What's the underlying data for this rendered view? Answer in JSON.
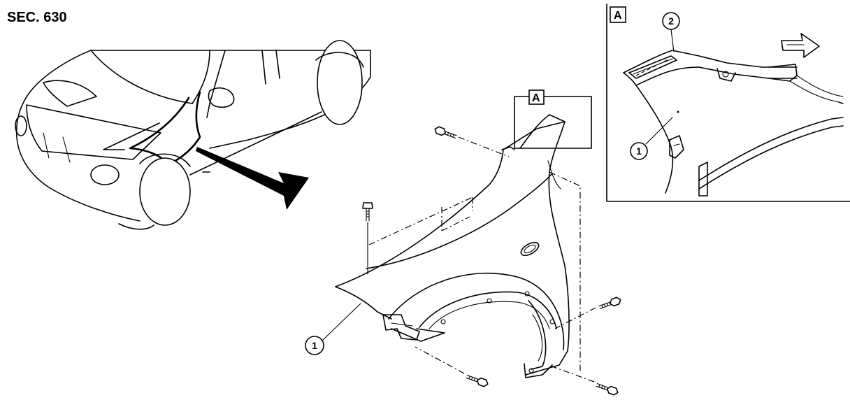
{
  "section_label": "SEC. 630",
  "view_marker": "A",
  "callouts": {
    "fender": "1",
    "fender_detail": "1",
    "seal": "2"
  },
  "icons": [
    "car-overview-icon",
    "fender-part-icon",
    "bolt-icon",
    "direction-arrow-icon"
  ]
}
